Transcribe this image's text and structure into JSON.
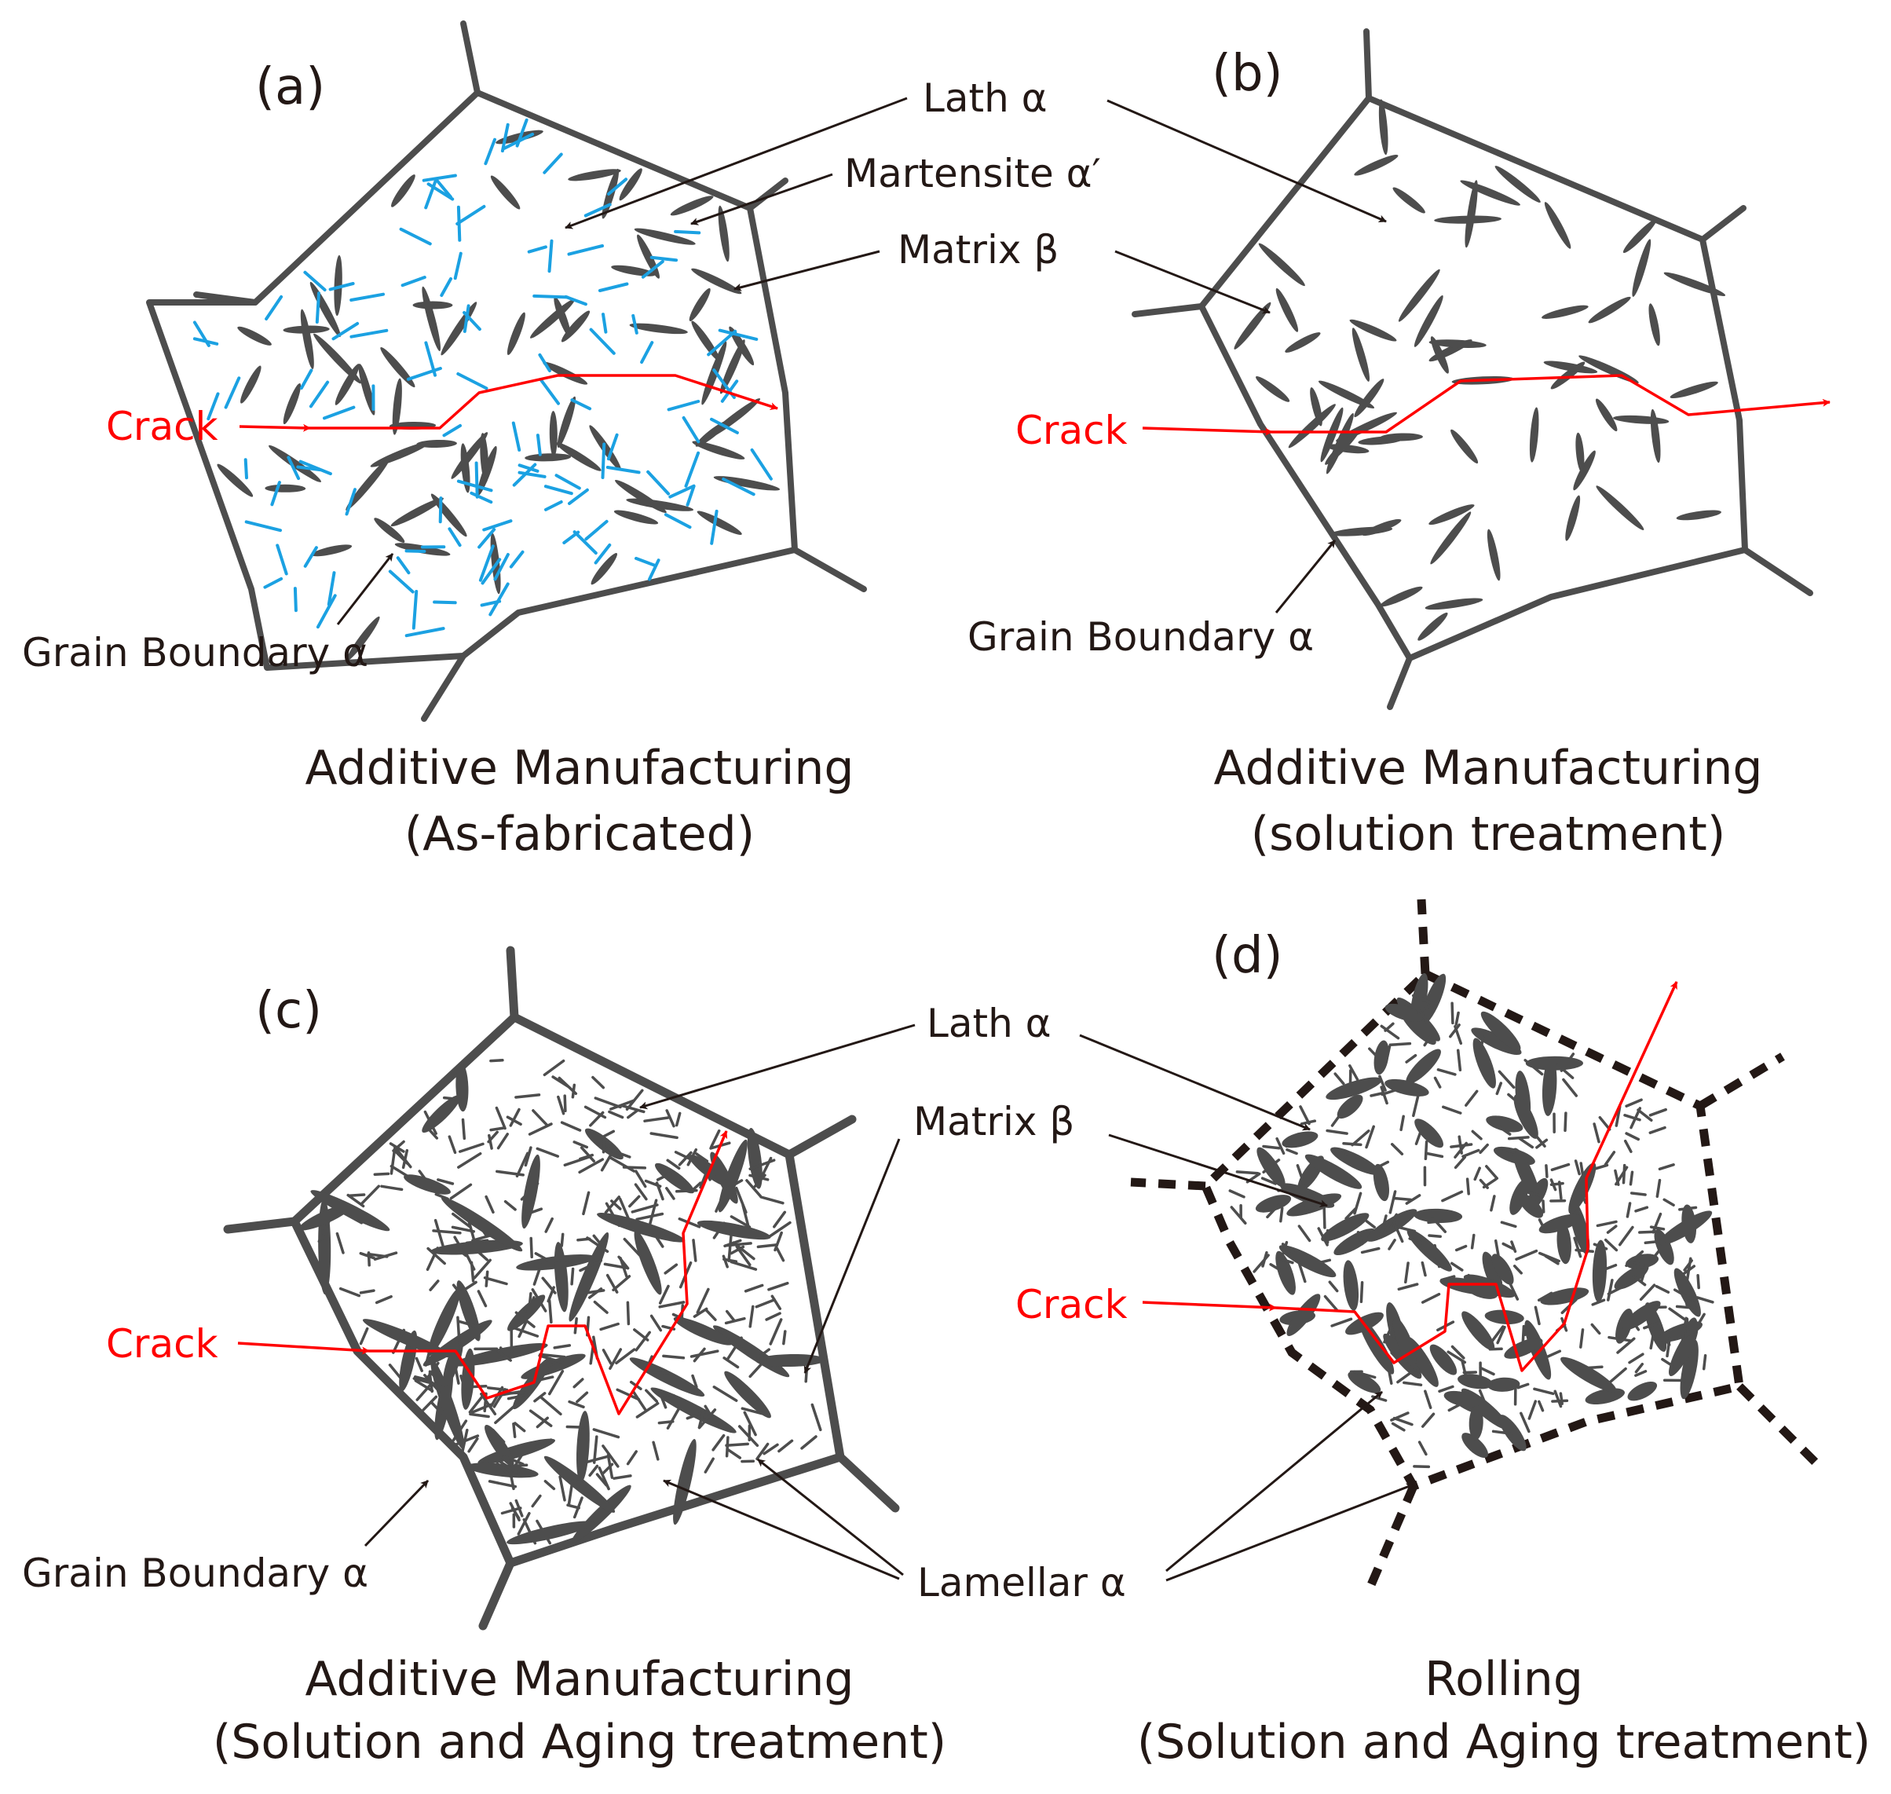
{
  "panels": [
    {
      "id": "a",
      "tag": "(a)",
      "caption_line1": "Additive Manufacturing",
      "caption_line2": "(As-fabricated)",
      "labels": {
        "lath": "Lath α",
        "martensite": "Martensite α′",
        "matrix": "Matrix β",
        "grain_boundary": "Grain Boundary α",
        "crack": "Crack"
      }
    },
    {
      "id": "b",
      "tag": "(b)",
      "caption_line1": "Additive Manufacturing",
      "caption_line2": "(solution treatment)",
      "labels": {
        "grain_boundary": "Grain Boundary α",
        "crack": "Crack"
      }
    },
    {
      "id": "c",
      "tag": "(c)",
      "caption_line1": "Additive Manufacturing",
      "caption_line2": "(Solution and Aging treatment)",
      "labels": {
        "lath": "Lath α",
        "matrix": "Matrix β",
        "grain_boundary": "Grain Boundary α",
        "crack": "Crack",
        "lamellar": "Lamellar α"
      }
    },
    {
      "id": "d",
      "tag": "(d)",
      "caption_line1": "Rolling",
      "caption_line2": "(Solution and Aging treatment)",
      "labels": {
        "crack": "Crack"
      }
    }
  ],
  "colors": {
    "grain": "#4d4d4d",
    "martensite": "#1ba1e2",
    "crack": "#ff0000",
    "text": "#231815"
  }
}
